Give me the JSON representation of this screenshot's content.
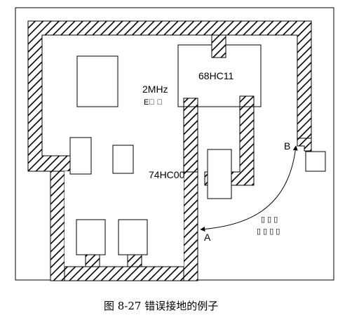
{
  "labels": {
    "mcu": "68HC11",
    "clock": "2MHz",
    "clock_glyph": "E⃞  ⃞",
    "gate": "74HC00",
    "point_a": "A",
    "point_b": "B",
    "dots_row1": "▯  ▯  ▯",
    "dots_row2": "▯  ▯  ▯  ▯"
  },
  "caption": "图 8-27  错误接地的例子",
  "colors": {
    "stroke": "#000000",
    "hatch_bg": "#ffffff",
    "board_bg": "#ffffff"
  }
}
